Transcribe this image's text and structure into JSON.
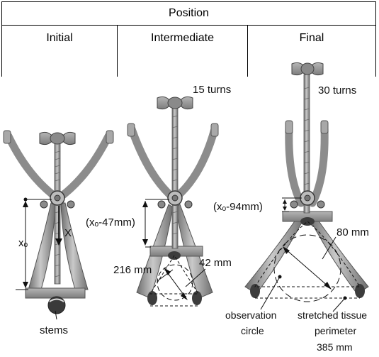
{
  "header": {
    "title": "Position",
    "columns": [
      "Initial",
      "Intermediate",
      "Final"
    ]
  },
  "labels": {
    "turns_intermediate": "15 turns",
    "turns_final": "30 turns",
    "x0": "xₒ",
    "x_arrow": "X",
    "offset_intermediate": "(xₒ-47mm)",
    "offset_final": "(xₒ-94mm)",
    "perimeter_intermediate": "216 mm",
    "diameter_intermediate": "42 mm",
    "diameter_final": "80 mm",
    "stems": "stems",
    "observation_circle_line1": "observation",
    "observation_circle_line2": "circle",
    "stretched_line1": "stretched tissue",
    "stretched_line2": "perimeter",
    "stretched_line3": "385 mm"
  },
  "colors": {
    "metal": "#9a9a9a",
    "metal_dark": "#5c5c5c",
    "line": "#111111"
  }
}
